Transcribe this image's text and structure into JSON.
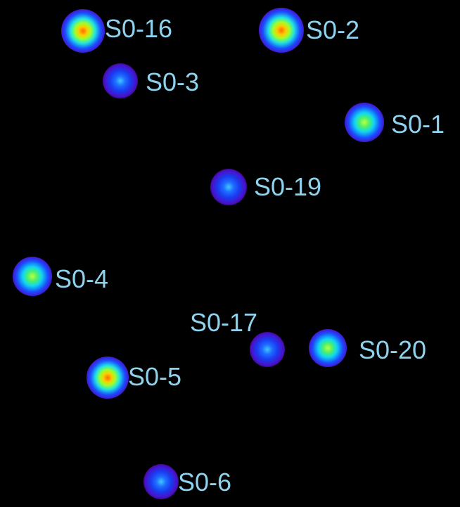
{
  "stars": [
    {
      "name": "S0-16",
      "profile": "bright"
    },
    {
      "name": "S0-2",
      "profile": "bright"
    },
    {
      "name": "S0-3",
      "profile": "faint"
    },
    {
      "name": "S0-1",
      "profile": "medium"
    },
    {
      "name": "S0-19",
      "profile": "faint"
    },
    {
      "name": "S0-4",
      "profile": "medium"
    },
    {
      "name": "S0-17",
      "profile": "faint"
    },
    {
      "name": "S0-20",
      "profile": "medium"
    },
    {
      "name": "S0-5",
      "profile": "bright"
    },
    {
      "name": "S0-6",
      "profile": "faint"
    }
  ],
  "colors": {
    "background": "#000000",
    "label": "#8ed2ee"
  }
}
